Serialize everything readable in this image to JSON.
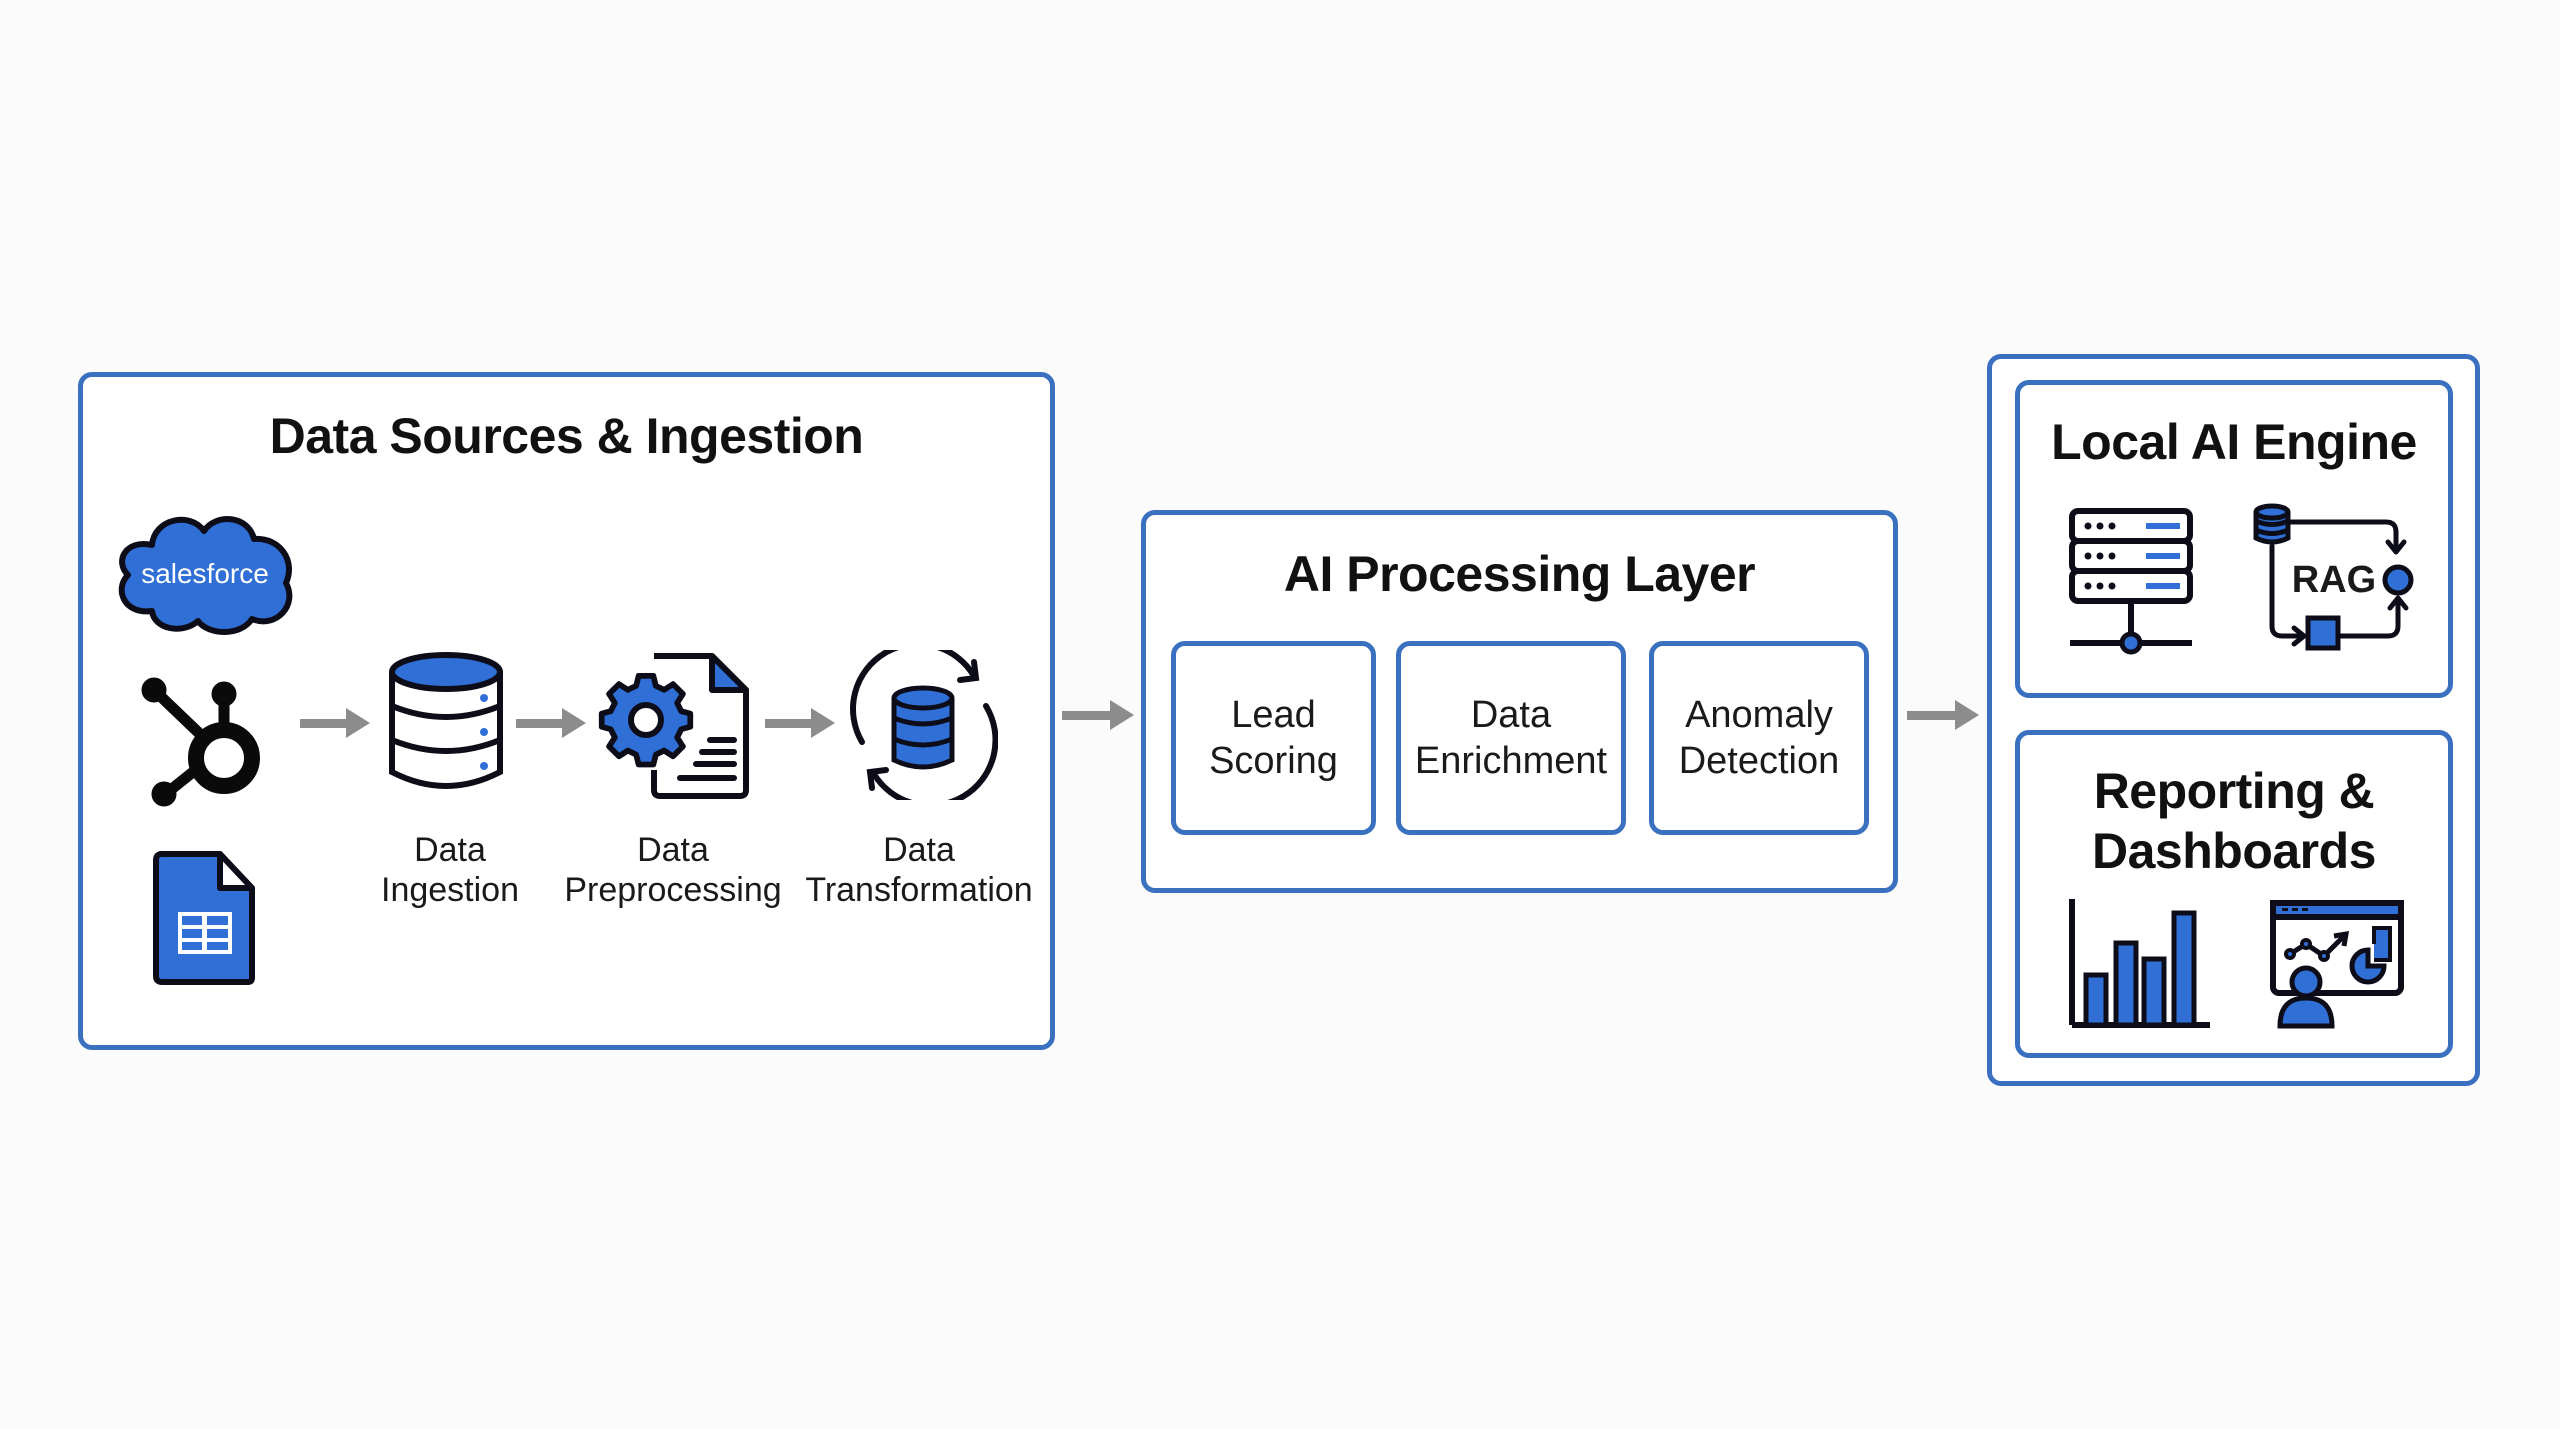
{
  "colors": {
    "border_blue": "#3a70c0",
    "icon_blue": "#2f6fd6",
    "arrow_gray": "#8c8c8c",
    "background": "#fbfbfb"
  },
  "sources_panel": {
    "title": "Data Sources & Ingestion",
    "sources": [
      {
        "name": "salesforce",
        "label": "salesforce",
        "icon": "salesforce-cloud-icon"
      },
      {
        "name": "hubspot",
        "icon": "hubspot-icon"
      },
      {
        "name": "google-sheets",
        "icon": "spreadsheet-icon"
      }
    ],
    "steps": [
      {
        "line1": "Data",
        "line2": "Ingestion",
        "icon": "database-icon"
      },
      {
        "line1": "Data",
        "line2": "Preprocessing",
        "icon": "gear-document-icon"
      },
      {
        "line1": "Data",
        "line2": "Transformation",
        "icon": "database-sync-icon"
      }
    ]
  },
  "processing_panel": {
    "title": "AI Processing Layer",
    "modules": [
      {
        "line1": "Lead",
        "line2": "Scoring"
      },
      {
        "line1": "Data",
        "line2": "Enrichment"
      },
      {
        "line1": "Anomaly",
        "line2": "Detection"
      }
    ]
  },
  "output_panel": {
    "engine": {
      "title": "Local AI Engine",
      "icons": [
        "server-stack-icon",
        "rag-flow-icon"
      ],
      "rag_label": "RAG"
    },
    "reporting": {
      "title_line1": "Reporting &",
      "title_line2": "Dashboards",
      "icons": [
        "bar-chart-icon",
        "dashboard-presenter-icon"
      ]
    }
  }
}
